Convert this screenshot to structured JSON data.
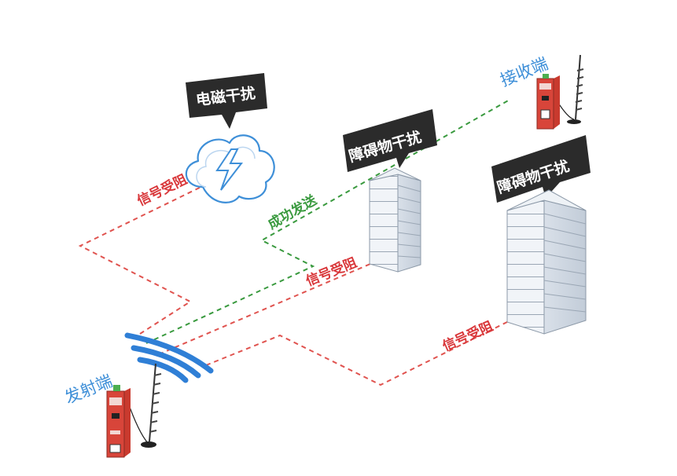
{
  "labels": {
    "emi_bubble": "电磁干扰",
    "obstacle_bubble_1": "障碍物干扰",
    "obstacle_bubble_2": "障碍物干扰",
    "blocked_1": "信号受阻",
    "blocked_2": "信号受阻",
    "blocked_3": "信号受阻",
    "success": "成功发送",
    "receiver": "接收端",
    "transmitter": "发射端"
  },
  "colors": {
    "blocked": "#e0534f",
    "success": "#3a9a3f",
    "signal_wave": "#2f7fd6",
    "bubble": "#2b2b2b",
    "device_body": "#c93a2e",
    "role_text": "#3e8fd8"
  },
  "icons": [
    "lightning-cloud-icon",
    "server-rack-icon",
    "router-device-icon",
    "antenna-icon",
    "signal-wave-icon"
  ]
}
